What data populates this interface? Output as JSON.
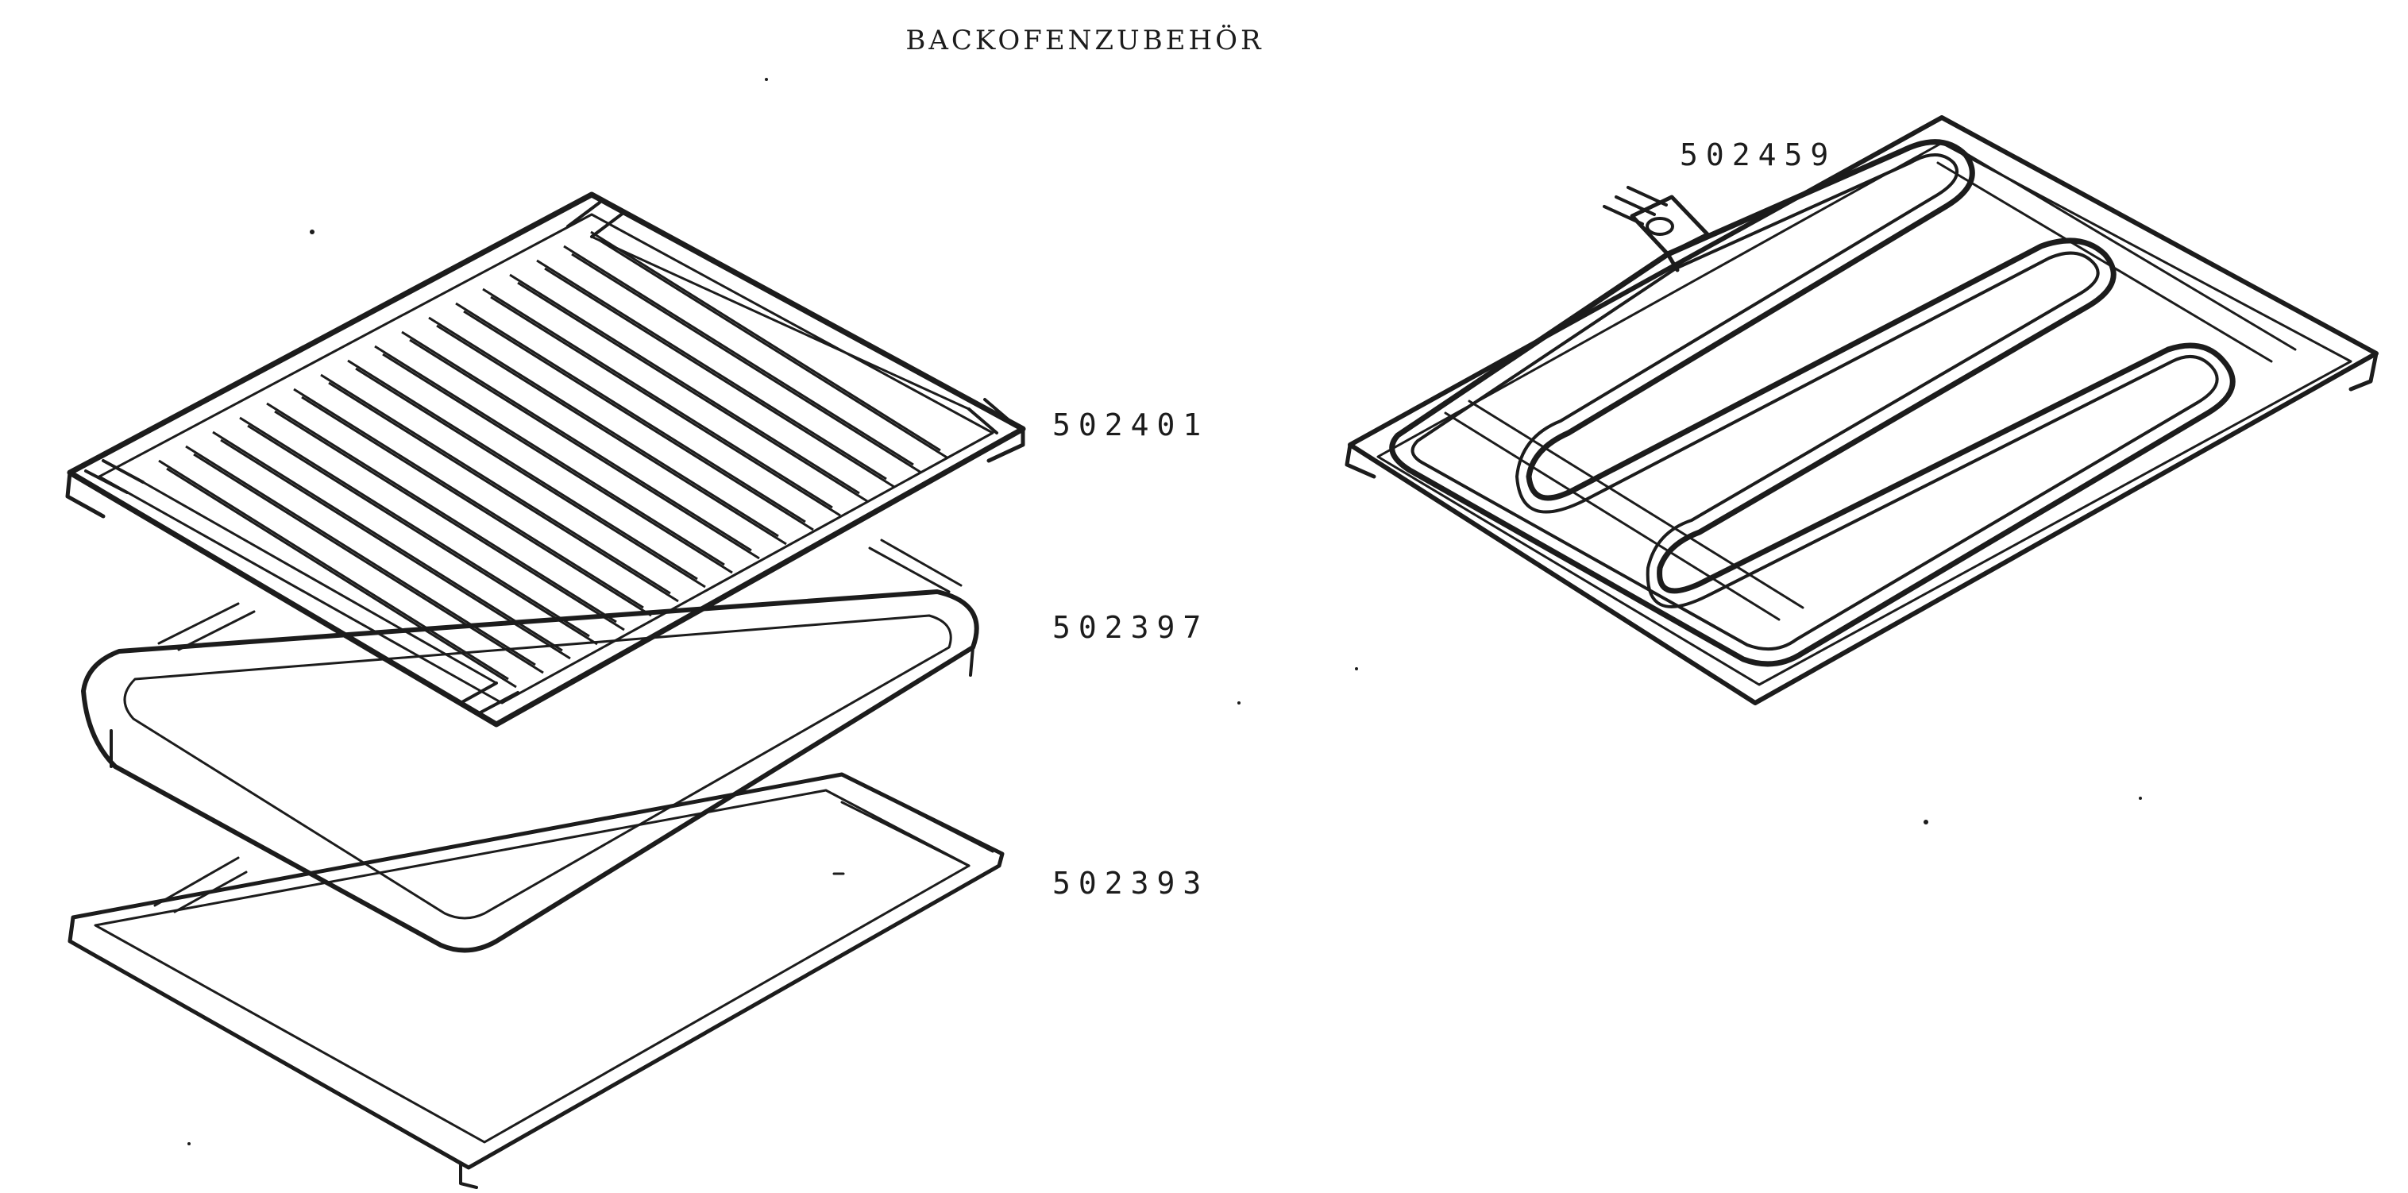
{
  "title": "BACKOFENZUBEHÖR",
  "parts": [
    {
      "part_number": "502401",
      "item": "oven-rack"
    },
    {
      "part_number": "502397",
      "item": "deep-baking-tray"
    },
    {
      "part_number": "502393",
      "item": "flat-baking-sheet"
    },
    {
      "part_number": "502459",
      "item": "heating-element"
    }
  ],
  "ink_color": "#1c1c1c"
}
